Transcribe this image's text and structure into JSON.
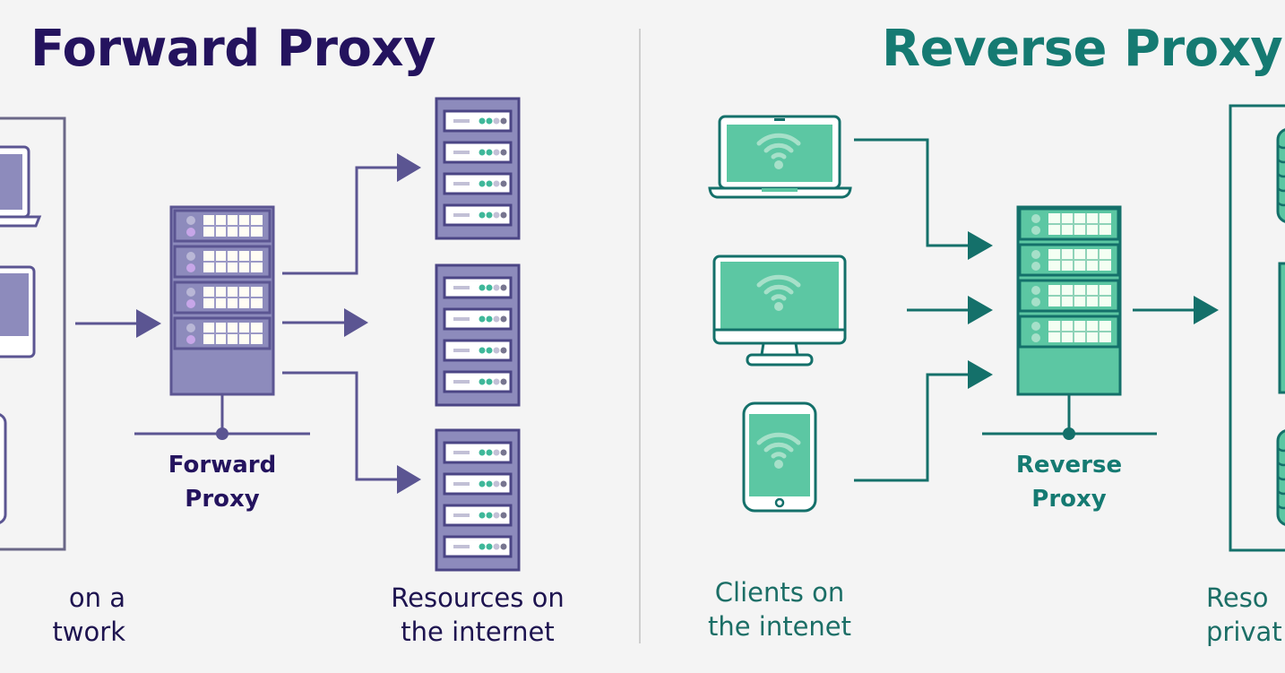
{
  "forward": {
    "title": "Forward Proxy",
    "node_label_line1": "Forward",
    "node_label_line2": "Proxy",
    "clients_label_line1": "on a",
    "clients_label_line2": "twork",
    "resources_label_line1": "Resources on",
    "resources_label_line2": "the internet",
    "clients": [
      "laptop-icon",
      "desktop-icon",
      "tablet-icon"
    ],
    "resources": [
      "server-rack-icon",
      "server-rack-icon",
      "server-rack-icon"
    ],
    "colors": {
      "title": "#24135e",
      "stroke": "#5b5592",
      "fill": "#8d8bbc",
      "accent_light": "#c7a6e8"
    }
  },
  "reverse": {
    "title": "Reverse Proxy",
    "node_label_line1": "Reverse",
    "node_label_line2": "Proxy",
    "clients_label_line1": "Clients on",
    "clients_label_line2": "the intenet",
    "resources_label_line1": "Reso",
    "resources_label_line2": "privat",
    "clients": [
      "laptop-icon",
      "desktop-icon",
      "tablet-icon"
    ],
    "resources": [
      "database-icon",
      "server-icon",
      "database-icon"
    ],
    "colors": {
      "title": "#157a72",
      "stroke": "#14706a",
      "fill": "#5cc7a3",
      "accent_light": "#a6e0c9"
    }
  }
}
